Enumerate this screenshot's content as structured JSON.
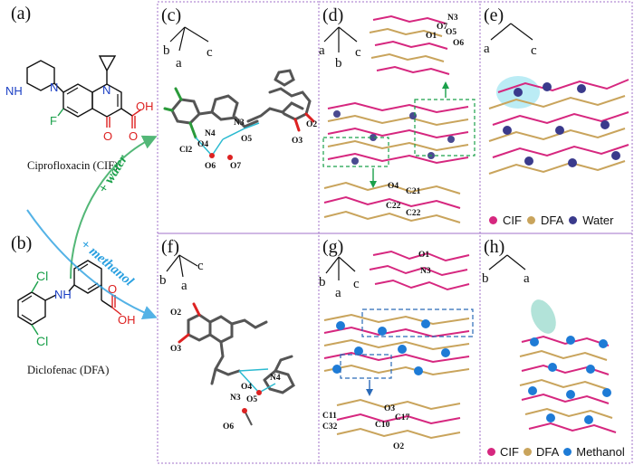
{
  "panel_labels": {
    "a": "(a)",
    "b": "(b)",
    "c": "(c)",
    "d": "(d)",
    "e": "(e)",
    "f": "(f)",
    "g": "(g)",
    "h": "(h)"
  },
  "molecules": {
    "cif_name": "Ciprofloxacin (CIF)",
    "dfa_name": "Diclofenac (DFA)",
    "cif_atoms": {
      "nh": "NH",
      "n1": "N",
      "n2": "N",
      "f": "F",
      "o1": "O",
      "o2": "O",
      "oh": "OH"
    },
    "dfa_atoms": {
      "cl1": "Cl",
      "cl2": "Cl",
      "nh": "NH",
      "o": "O",
      "oh": "OH"
    }
  },
  "arrows": {
    "water": "+ water",
    "methanol": "+ methanol"
  },
  "colors": {
    "cif": "#d6277f",
    "dfa": "#c9a45c",
    "water": "#3a3a8c",
    "methanol": "#1e7bd6",
    "frame": "#a070c8",
    "green": "#1aa04a",
    "blue": "#2aa0e0"
  },
  "axes": {
    "c": [
      "b",
      "a",
      "c"
    ],
    "d": [
      "a",
      "b",
      "c"
    ],
    "e": [
      "a",
      "c"
    ],
    "f": [
      "b",
      "a",
      "c"
    ],
    "g": [
      "b",
      "a",
      "c"
    ],
    "h": [
      "b",
      "a"
    ]
  },
  "atom_labels": {
    "c": [
      "N4",
      "N3",
      "O4",
      "O5",
      "Cl2",
      "O6",
      "O7",
      "O2",
      "O3"
    ],
    "d_top": [
      "N3",
      "O7",
      "O1",
      "O5",
      "O6"
    ],
    "d_bottom": [
      "O4",
      "C21",
      "C22",
      "C22"
    ],
    "f": [
      "O2",
      "O3",
      "O4",
      "N4",
      "O5",
      "N3",
      "O6"
    ],
    "g_top": [
      "O1",
      "N3"
    ],
    "g_bottom": [
      "C11",
      "C32",
      "O3",
      "C17",
      "C10",
      "O2"
    ]
  },
  "legends": {
    "e": [
      {
        "name": "CIF",
        "color": "#d6277f"
      },
      {
        "name": "DFA",
        "color": "#c9a45c"
      },
      {
        "name": "Water",
        "color": "#3a3a8c"
      }
    ],
    "h": [
      {
        "name": "CIF",
        "color": "#d6277f"
      },
      {
        "name": "DFA",
        "color": "#c9a45c"
      },
      {
        "name": "Methanol",
        "color": "#1e7bd6"
      }
    ]
  }
}
